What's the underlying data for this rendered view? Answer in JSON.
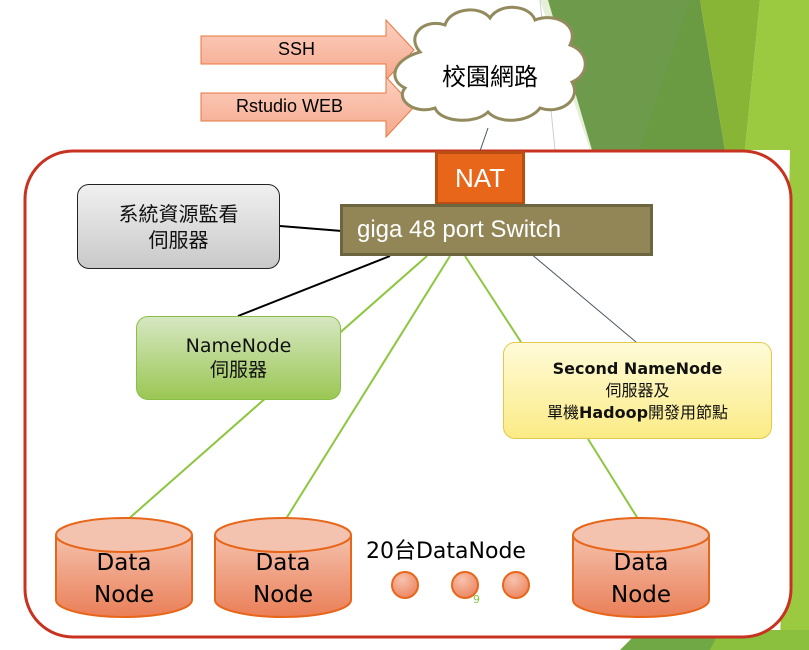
{
  "colors": {
    "cluster_border": "#c83220",
    "arrow_fill": "#f9b7a3",
    "arrow_stroke": "#e8763e",
    "cloud_stroke": "#938a5e",
    "nat_fill": "#e8661a",
    "switch_fill": "#928657",
    "namenode_fill": "#b5d47f",
    "secondary_fill": "#fdf3a8",
    "datanode_fill": "#ee9070",
    "link_green": "#8dc63f",
    "link_black": "#000000",
    "link_gray": "#4a5560",
    "bg_green_dark": "#6a9a42",
    "bg_green_light": "#9bc93f"
  },
  "inbound": {
    "ssh_label": "SSH",
    "web_label": "Rstudio WEB"
  },
  "cloud": {
    "label": "校園網路"
  },
  "nat": {
    "label": "NAT"
  },
  "switch": {
    "label": "giga 48 port Switch"
  },
  "monitor_server": {
    "line1": "系統資源監看",
    "line2": "伺服器"
  },
  "namenode": {
    "line1": "NameNode",
    "line2": "伺服器"
  },
  "secondary_namenode": {
    "line1": "Second NameNode",
    "line2": "伺服器及",
    "line3_pre": "單機",
    "line3_bold": "Hadoop",
    "line3_post": "開發用節點"
  },
  "datanodes": {
    "count_label": "20台DataNode",
    "items": [
      {
        "line1": "Data",
        "line2": "Node"
      },
      {
        "line1": "Data",
        "line2": "Node"
      },
      {
        "line1": "Data",
        "line2": "Node"
      }
    ],
    "ellipsis_dots": 3
  },
  "slide": {
    "page_number": "9"
  }
}
